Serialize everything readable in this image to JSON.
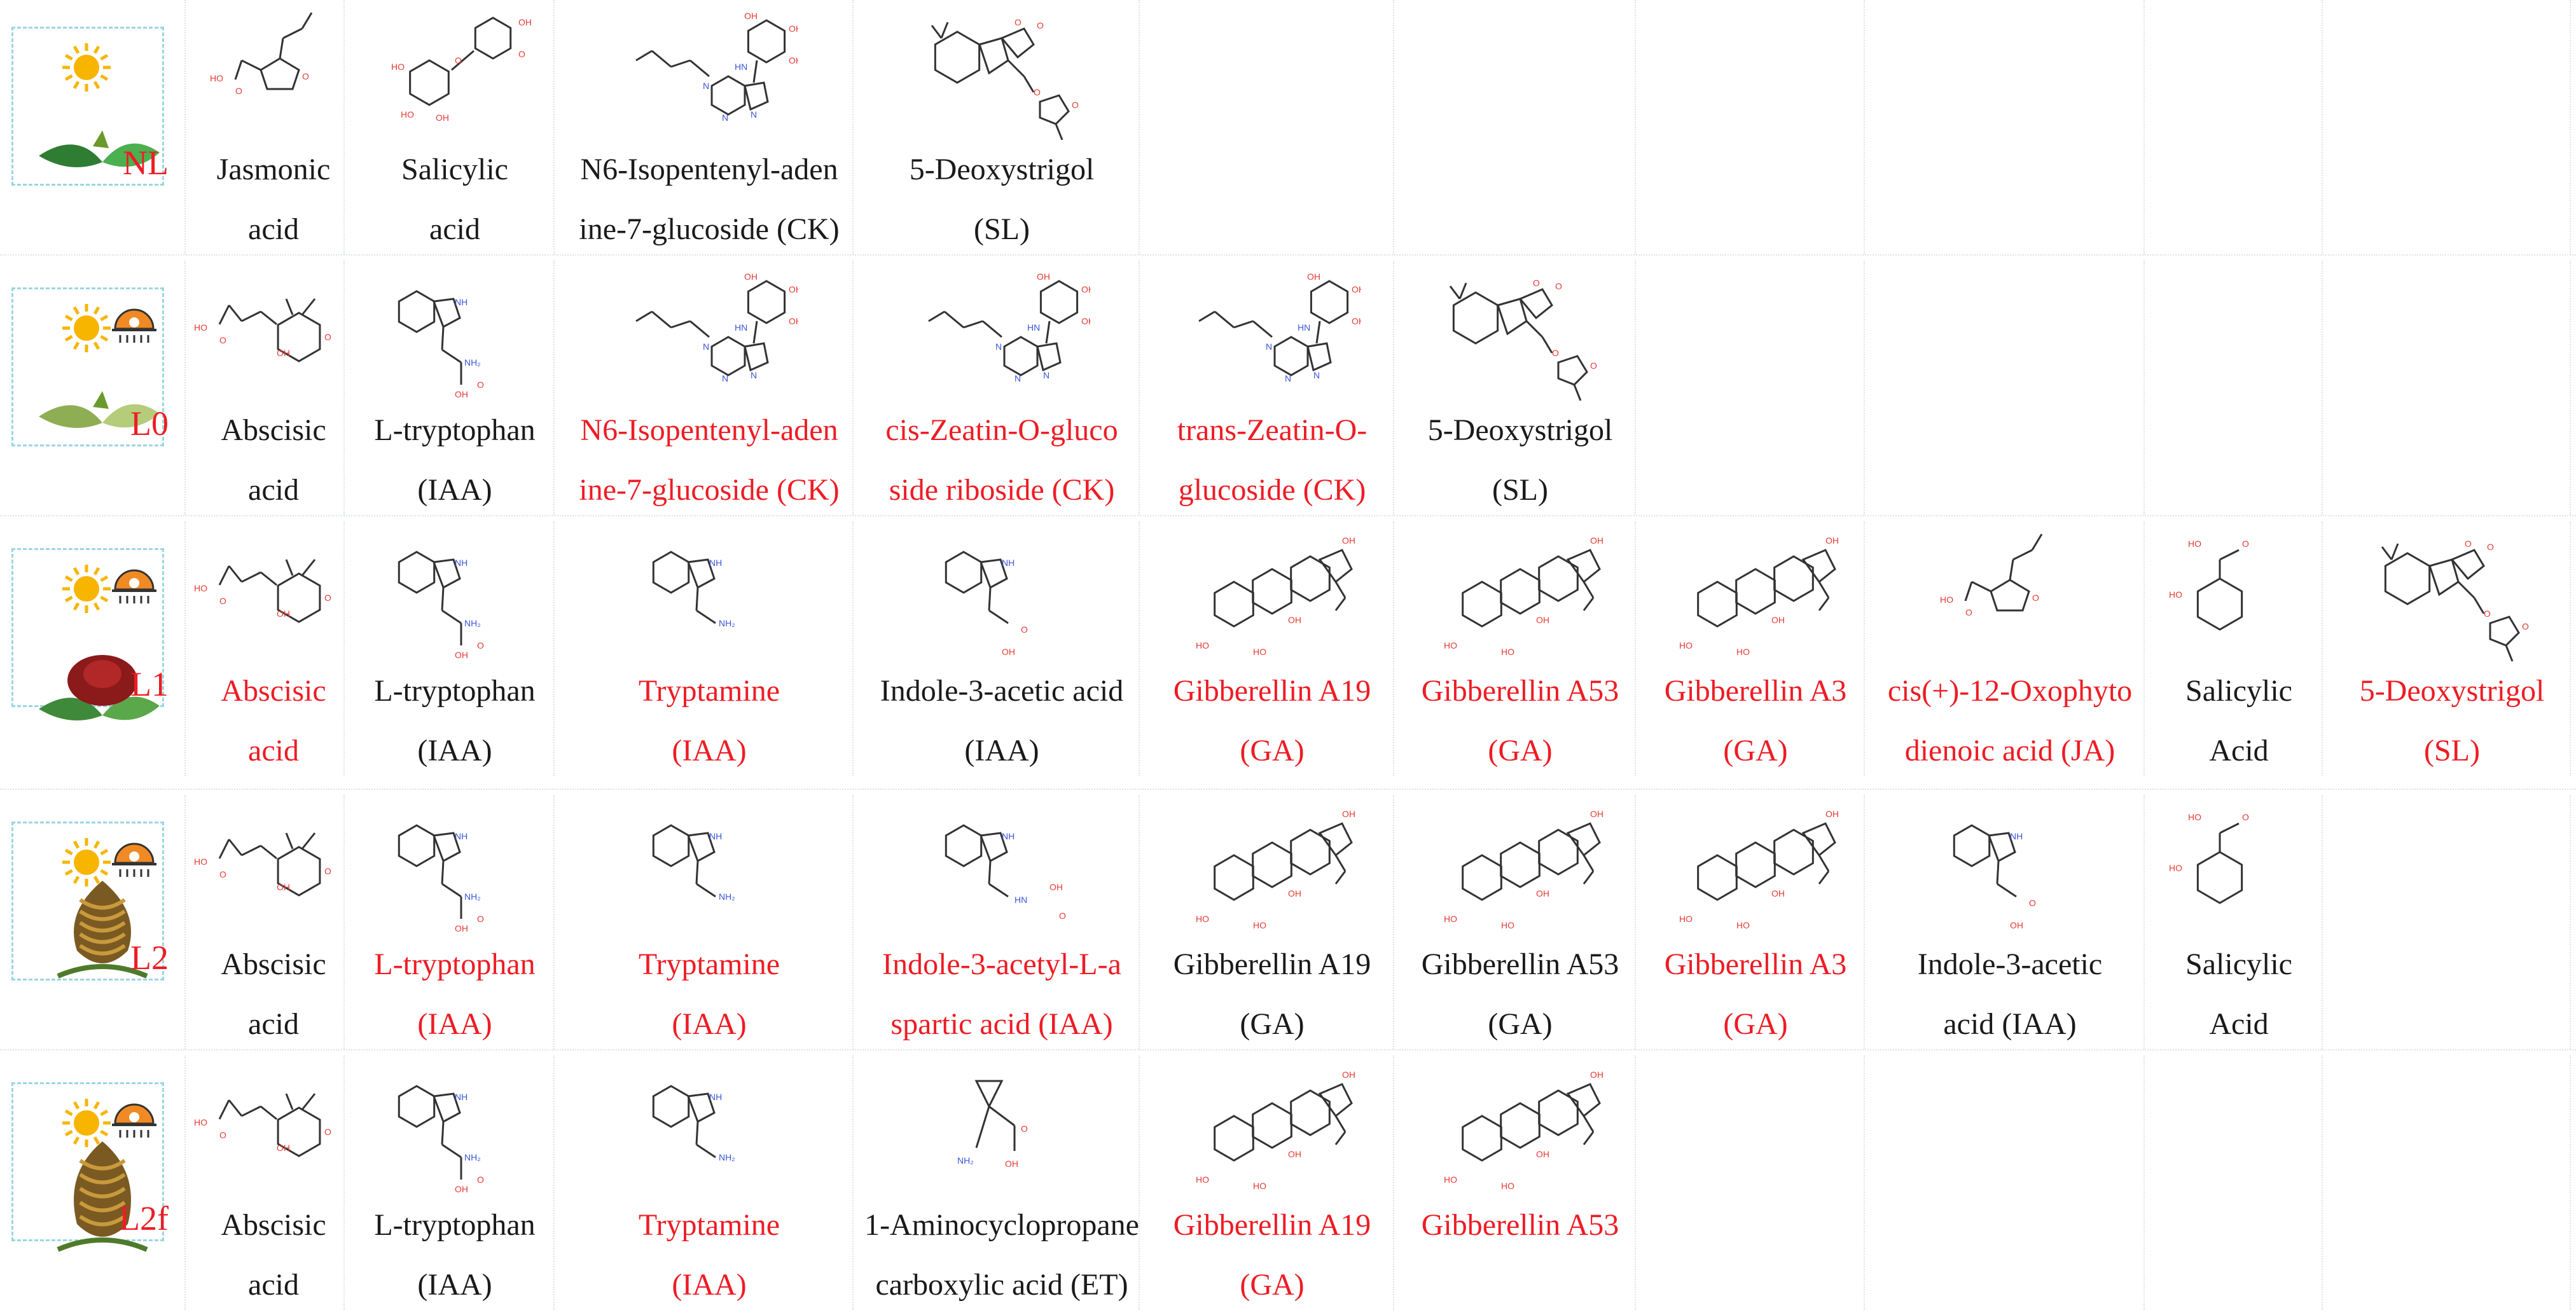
{
  "conditions": [
    {
      "label": "NL",
      "icons": [
        "sun-icon"
      ],
      "plant": "flat-green-leaves"
    },
    {
      "label": "L0",
      "icons": [
        "sun-icon",
        "dome-light-icon"
      ],
      "plant": "pale-green-leaves"
    },
    {
      "label": "L1",
      "icons": [
        "sun-icon",
        "dome-light-icon"
      ],
      "plant": "red-bud"
    },
    {
      "label": "L2",
      "icons": [
        "sun-icon",
        "dome-light-icon"
      ],
      "plant": "small-artichoke"
    },
    {
      "label": "L2f",
      "icons": [
        "sun-icon",
        "dome-light-icon"
      ],
      "plant": "large-artichoke"
    }
  ],
  "rows": [
    {
      "compounds": [
        {
          "line1": "Jasmonic",
          "line2": "acid",
          "highlight": false,
          "structure": "jasmonic-acid"
        },
        {
          "line1": "Salicylic",
          "line2": "acid",
          "highlight": false,
          "structure": "salicylic-acid-glucoside"
        },
        {
          "line1": "N6-Isopentenyl-aden",
          "line2": "ine-7-glucoside (CK)",
          "highlight": false,
          "structure": "cytokinin-glucoside"
        },
        {
          "line1": "5-Deoxystrigol",
          "line2": "(SL)",
          "highlight": false,
          "structure": "strigolactone"
        }
      ]
    },
    {
      "compounds": [
        {
          "line1": "Abscisic",
          "line2": "acid",
          "highlight": false,
          "structure": "abscisic-acid"
        },
        {
          "line1": "L-tryptophan",
          "line2": "(IAA)",
          "highlight": false,
          "structure": "tryptophan"
        },
        {
          "line1": "N6-Isopentenyl-aden",
          "line2": "ine-7-glucoside (CK)",
          "highlight": true,
          "structure": "cytokinin-glucoside"
        },
        {
          "line1": "cis-Zeatin-O-gluco",
          "line2": "side riboside (CK)",
          "highlight": true,
          "structure": "zeatin-riboside"
        },
        {
          "line1": "trans-Zeatin-O-",
          "line2": "glucoside (CK)",
          "highlight": true,
          "structure": "zeatin-glucoside"
        },
        {
          "line1": "5-Deoxystrigol",
          "line2": "(SL)",
          "highlight": false,
          "structure": "strigolactone"
        }
      ]
    },
    {
      "compounds": [
        {
          "line1": "Abscisic",
          "line2": "acid",
          "highlight": true,
          "structure": "abscisic-acid"
        },
        {
          "line1": "L-tryptophan",
          "line2": "(IAA)",
          "highlight": false,
          "structure": "tryptophan"
        },
        {
          "line1": "Tryptamine",
          "line2": "(IAA)",
          "highlight": true,
          "structure": "tryptamine"
        },
        {
          "line1": "Indole-3-acetic acid",
          "line2": "(IAA)",
          "highlight": false,
          "structure": "indole-acetic-acid"
        },
        {
          "line1": "Gibberellin A19",
          "line2": "(GA)",
          "highlight": true,
          "structure": "gibberellin"
        },
        {
          "line1": "Gibberellin A53",
          "line2": "(GA)",
          "highlight": true,
          "structure": "gibberellin"
        },
        {
          "line1": "Gibberellin A3",
          "line2": "(GA)",
          "highlight": true,
          "structure": "gibberellin"
        },
        {
          "line1": "cis(+)-12-Oxophyto",
          "line2": "dienoic acid (JA)",
          "highlight": true,
          "structure": "jasmonic-acid"
        },
        {
          "line1": "Salicylic",
          "line2": "Acid",
          "highlight": false,
          "structure": "salicylic-acid"
        },
        {
          "line1": "5-Deoxystrigol",
          "line2": "(SL)",
          "highlight": true,
          "structure": "strigolactone"
        }
      ]
    },
    {
      "compounds": [
        {
          "line1": "Abscisic",
          "line2": "acid",
          "highlight": false,
          "structure": "abscisic-acid"
        },
        {
          "line1": "L-tryptophan",
          "line2": "(IAA)",
          "highlight": true,
          "structure": "tryptophan"
        },
        {
          "line1": "Tryptamine",
          "line2": "(IAA)",
          "highlight": true,
          "structure": "tryptamine"
        },
        {
          "line1": "Indole-3-acetyl-L-a",
          "line2": "spartic acid (IAA)",
          "highlight": true,
          "structure": "indole-acetyl-aspartate"
        },
        {
          "line1": "Gibberellin A19",
          "line2": "(GA)",
          "highlight": false,
          "structure": "gibberellin"
        },
        {
          "line1": "Gibberellin A53",
          "line2": "(GA)",
          "highlight": false,
          "structure": "gibberellin"
        },
        {
          "line1": "Gibberellin A3",
          "line2": "(GA)",
          "highlight": true,
          "structure": "gibberellin"
        },
        {
          "line1": "Indole-3-acetic",
          "line2": "acid (IAA)",
          "highlight": false,
          "structure": "indole-acetic-acid"
        },
        {
          "line1": "Salicylic",
          "line2": "Acid",
          "highlight": false,
          "structure": "salicylic-acid"
        }
      ]
    },
    {
      "compounds": [
        {
          "line1": "Abscisic",
          "line2": "acid",
          "highlight": false,
          "structure": "abscisic-acid"
        },
        {
          "line1": "L-tryptophan",
          "line2": "(IAA)",
          "highlight": false,
          "structure": "tryptophan"
        },
        {
          "line1": "Tryptamine",
          "line2": "(IAA)",
          "highlight": true,
          "structure": "tryptamine"
        },
        {
          "line1": "1-Aminocyclopropane",
          "line2": "carboxylic acid (ET)",
          "highlight": false,
          "structure": "aminocyclopropane"
        },
        {
          "line1": "Gibberellin A19",
          "line2": "(GA)",
          "highlight": true,
          "structure": "gibberellin"
        },
        {
          "line1": "Gibberellin A53",
          "line2": "",
          "highlight": true,
          "structure": "gibberellin"
        }
      ]
    }
  ],
  "colors": {
    "highlight": "#ee1c24",
    "normal": "#1a1a1a",
    "frame": "#9ad6e2"
  }
}
